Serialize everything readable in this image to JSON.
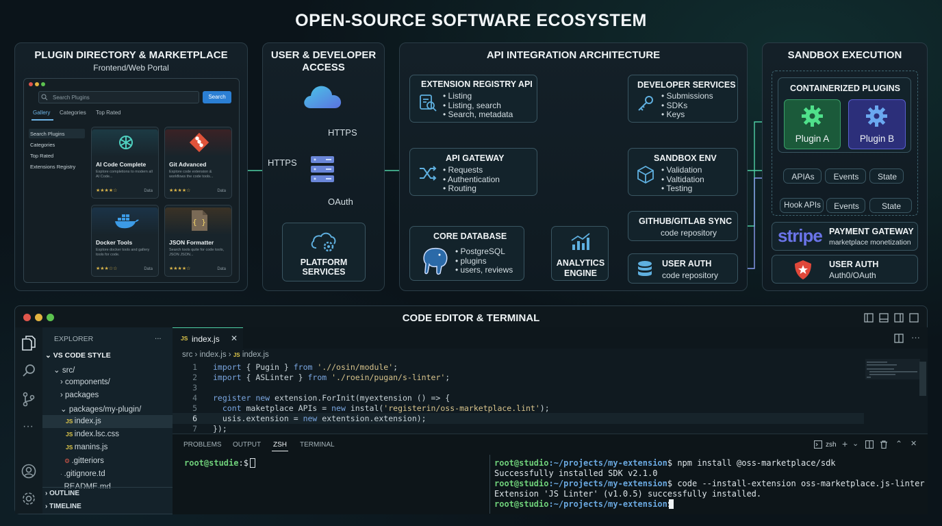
{
  "title": "OPEN-SOURCE SOFTWARE ECOSYSTEM",
  "marketplace": {
    "title": "PLUGIN DIRECTORY & MARKETPLACE",
    "subtitle": "Frontend/Web Portal",
    "search_placeholder": "Search Plugins",
    "search_button": "Search",
    "tabs": [
      "Gallery",
      "Categories",
      "Top Rated"
    ],
    "side": [
      "Search Plugins",
      "Categories",
      "Top Rated",
      "Extensions Registry"
    ],
    "cards": [
      {
        "name": "AI Code Complete",
        "desc": "Explore completions to modern all AI Code...",
        "stars": "★★★★☆",
        "data": "Data"
      },
      {
        "name": "Git Advanced",
        "desc": "Explore code extension & workflows the code tools...",
        "stars": "★★★★☆",
        "data": "Data"
      },
      {
        "name": "Docker Tools",
        "desc": "Explore docker tools and gallery tools for code.",
        "stars": "★★★☆☆",
        "data": "Data"
      },
      {
        "name": "JSON Formatter",
        "desc": "Search tools quite for code tools, JSON JSON...",
        "stars": "★★★★☆",
        "data": "Data"
      }
    ]
  },
  "access": {
    "title_1": "USER & DEVELOPER",
    "title_2": "ACCESS",
    "https_1": "HTTPS",
    "https_2": "HTTPS",
    "oauth": "OAuth",
    "platform_1": "PLATFORM",
    "platform_2": "SERVICES"
  },
  "api": {
    "title": "API INTEGRATION ARCHITECTURE",
    "registry": {
      "title": "EXTENSION REGISTRY API",
      "items": [
        "Listing",
        "Listing, search",
        "Search, metadata"
      ]
    },
    "gateway": {
      "title": "API GATEWAY",
      "items": [
        "Requests",
        "Authentication",
        "Routing"
      ]
    },
    "database": {
      "title": "CORE DATABASE",
      "items": [
        "PostgreSQL",
        "plugins",
        "users, reviews"
      ]
    },
    "analytics_1": "ANALYTICS",
    "analytics_2": "ENGINE",
    "devservices": {
      "title": "DEVELOPER SERVICES",
      "items": [
        "Submissions",
        "SDKs",
        "Keys"
      ]
    },
    "sandboxenv": {
      "title": "SANDBOX ENV",
      "items": [
        "Validation",
        "Valtidation",
        "Testing"
      ]
    },
    "github": {
      "title": "GITHUB/GITLAB SYNC",
      "sub": "code repository"
    },
    "userauth": {
      "title": "USER AUTH",
      "sub": "code repository"
    }
  },
  "sandbox": {
    "title": "SANDBOX EXECUTION",
    "containerized": "CONTAINERIZED PLUGINS",
    "plugin_a": "Plugin A",
    "plugin_b": "Plugin B",
    "row1": [
      "APIAs",
      "Events",
      "State"
    ],
    "row2": [
      "Hook APIs",
      "Events",
      "State"
    ],
    "payment": {
      "logo": "stripe",
      "title": "PAYMENT GATEWAY",
      "sub": "marketplace monetization"
    },
    "auth": {
      "title": "USER AUTH",
      "sub": "Auth0/OAuth"
    }
  },
  "editor": {
    "title": "CODE EDITOR & TERMINAL",
    "explorer_label": "EXPLORER",
    "explorer_more": "...",
    "workspace": "VS CODE STYLE",
    "tree": [
      "src/",
      "components/",
      "packages",
      "packages/my-plugin/",
      "index.js",
      "index.lsc.css",
      "manins.js",
      ".gitteriors",
      ".gitignore.td",
      "README.md"
    ],
    "outline": "OUTLINE",
    "timeline": "TIMELINE",
    "tab_file": "index.js",
    "tab_lang": "JS",
    "breadcrumb": [
      "src",
      "index.js",
      "index.js"
    ],
    "line_numbers": [
      "1",
      "2",
      "3",
      "4",
      "5",
      "6",
      "7"
    ],
    "code": [
      "import { Pugin } from './/osin/module';",
      "import { ASLinter } from './roein/pugan/s-linter';",
      "",
      "register new extension.ForInit(myextension () => {",
      "  cont maketplace APIs = new instal('registerin/oss-marketplace.lint');",
      "  usis.extension = new extentsion.extension);",
      "});"
    ],
    "term_tabs": [
      "PROBLEMS",
      "OUTPUT",
      "ZSH",
      "TERMINAL"
    ],
    "shell": "zsh",
    "left_prompt_user": "root@studie",
    "left_prompt_rest": ":$",
    "term_lines": [
      {
        "user": "root@studio",
        "path": ":~/projects/my-extension",
        "cmd": "$ npm install @oss-marketplace/sdk"
      },
      {
        "out": "Successfully installed SDK v2.1.0"
      },
      {
        "user": "root@studio",
        "path": ":~/projects/my-extension",
        "cmd": "$ code --install-extension oss-marketplace.js-linter"
      },
      {
        "out": "Extension 'JS Linter' (v1.0.5) successfully installed."
      },
      {
        "user": "root@studio",
        "path": ":~/projects/my-extension",
        "cmd": "$"
      }
    ]
  },
  "colors": {
    "accent_green": "#4fd1a5",
    "accent_blue": "#8a9cf0",
    "stripe": "#6a74e8",
    "search_btn": "#2b7fd4"
  }
}
